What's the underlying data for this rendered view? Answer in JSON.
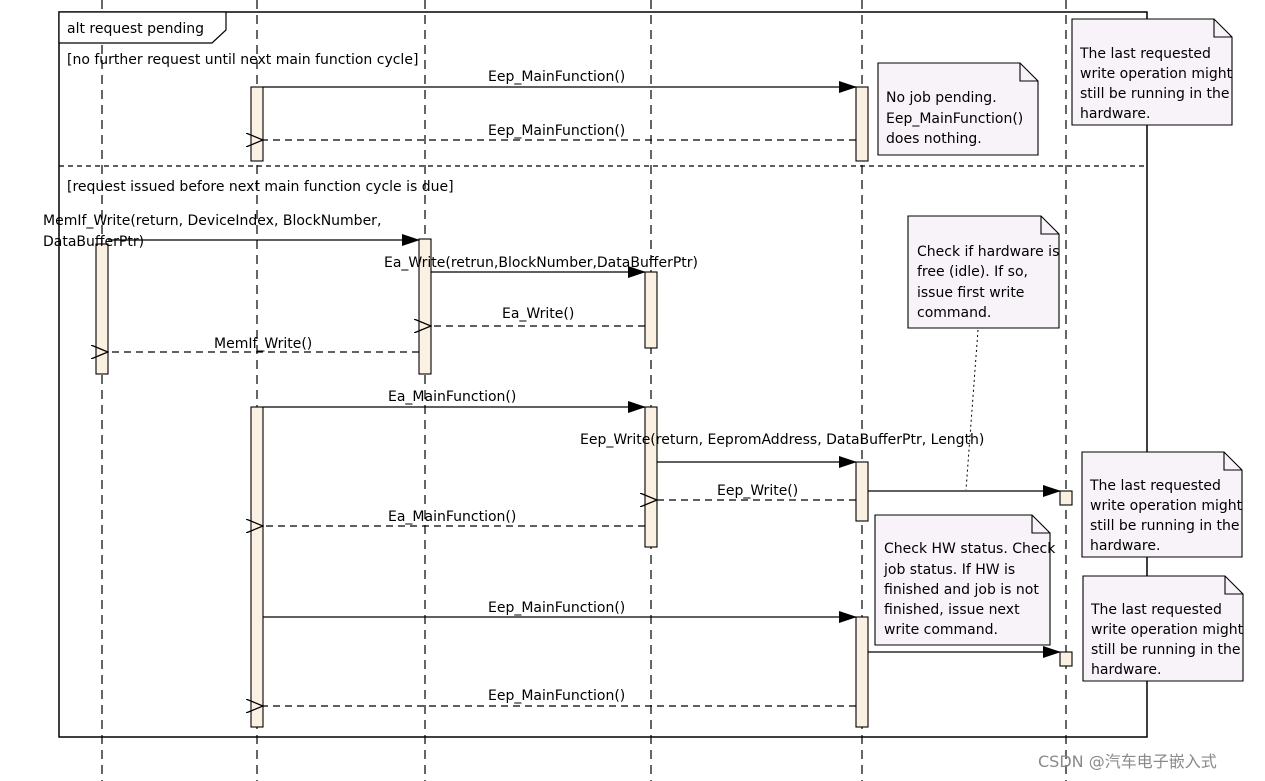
{
  "fragment": {
    "operator": "alt request pending",
    "guard1": "[no further request until next main function cycle]",
    "guard2": "[request issued before next main function cycle is due]"
  },
  "messages": [
    {
      "id": "m1",
      "text": "Eep_MainFunction()"
    },
    {
      "id": "m2",
      "text": "Eep_MainFunction()"
    },
    {
      "id": "m3a",
      "text": "MemIf_Write(return, DeviceIndex, BlockNumber,"
    },
    {
      "id": "m3b",
      "text": "DataBufferPtr)"
    },
    {
      "id": "m4",
      "text": "Ea_Write(retrun,BlockNumber,DataBufferPtr)"
    },
    {
      "id": "m5",
      "text": "Ea_Write()"
    },
    {
      "id": "m6",
      "text": "MemIf_Write()"
    },
    {
      "id": "m7",
      "text": "Ea_MainFunction()"
    },
    {
      "id": "m8",
      "text": "Eep_Write(return, EepromAddress, DataBufferPtr, Length)"
    },
    {
      "id": "m9",
      "text": "Eep_Write()"
    },
    {
      "id": "m10",
      "text": "Ea_MainFunction()"
    },
    {
      "id": "m11",
      "text": "Eep_MainFunction()"
    },
    {
      "id": "m12",
      "text": "Eep_MainFunction()"
    }
  ],
  "notes": {
    "no_job": [
      "No job pending.",
      "Eep_MainFunction()",
      "does nothing."
    ],
    "hw_running_top": [
      "The last requested",
      "write operation might",
      "still be running in the",
      "hardware."
    ],
    "check_free": [
      "Check if hardware is",
      "free (idle). If so,",
      "issue first write",
      "command."
    ],
    "hw_running_mid": [
      "The last requested",
      "write operation might",
      "still be running in the",
      "hardware."
    ],
    "check_status": [
      "Check HW status. Check",
      "job status. If HW is",
      "finished and job is not",
      "finished, issue next",
      "write command."
    ],
    "hw_running_bot": [
      "The last requested",
      "write operation might",
      "still be running in the",
      "hardware."
    ]
  },
  "watermark": "CSDN @汽车电子嵌入式"
}
